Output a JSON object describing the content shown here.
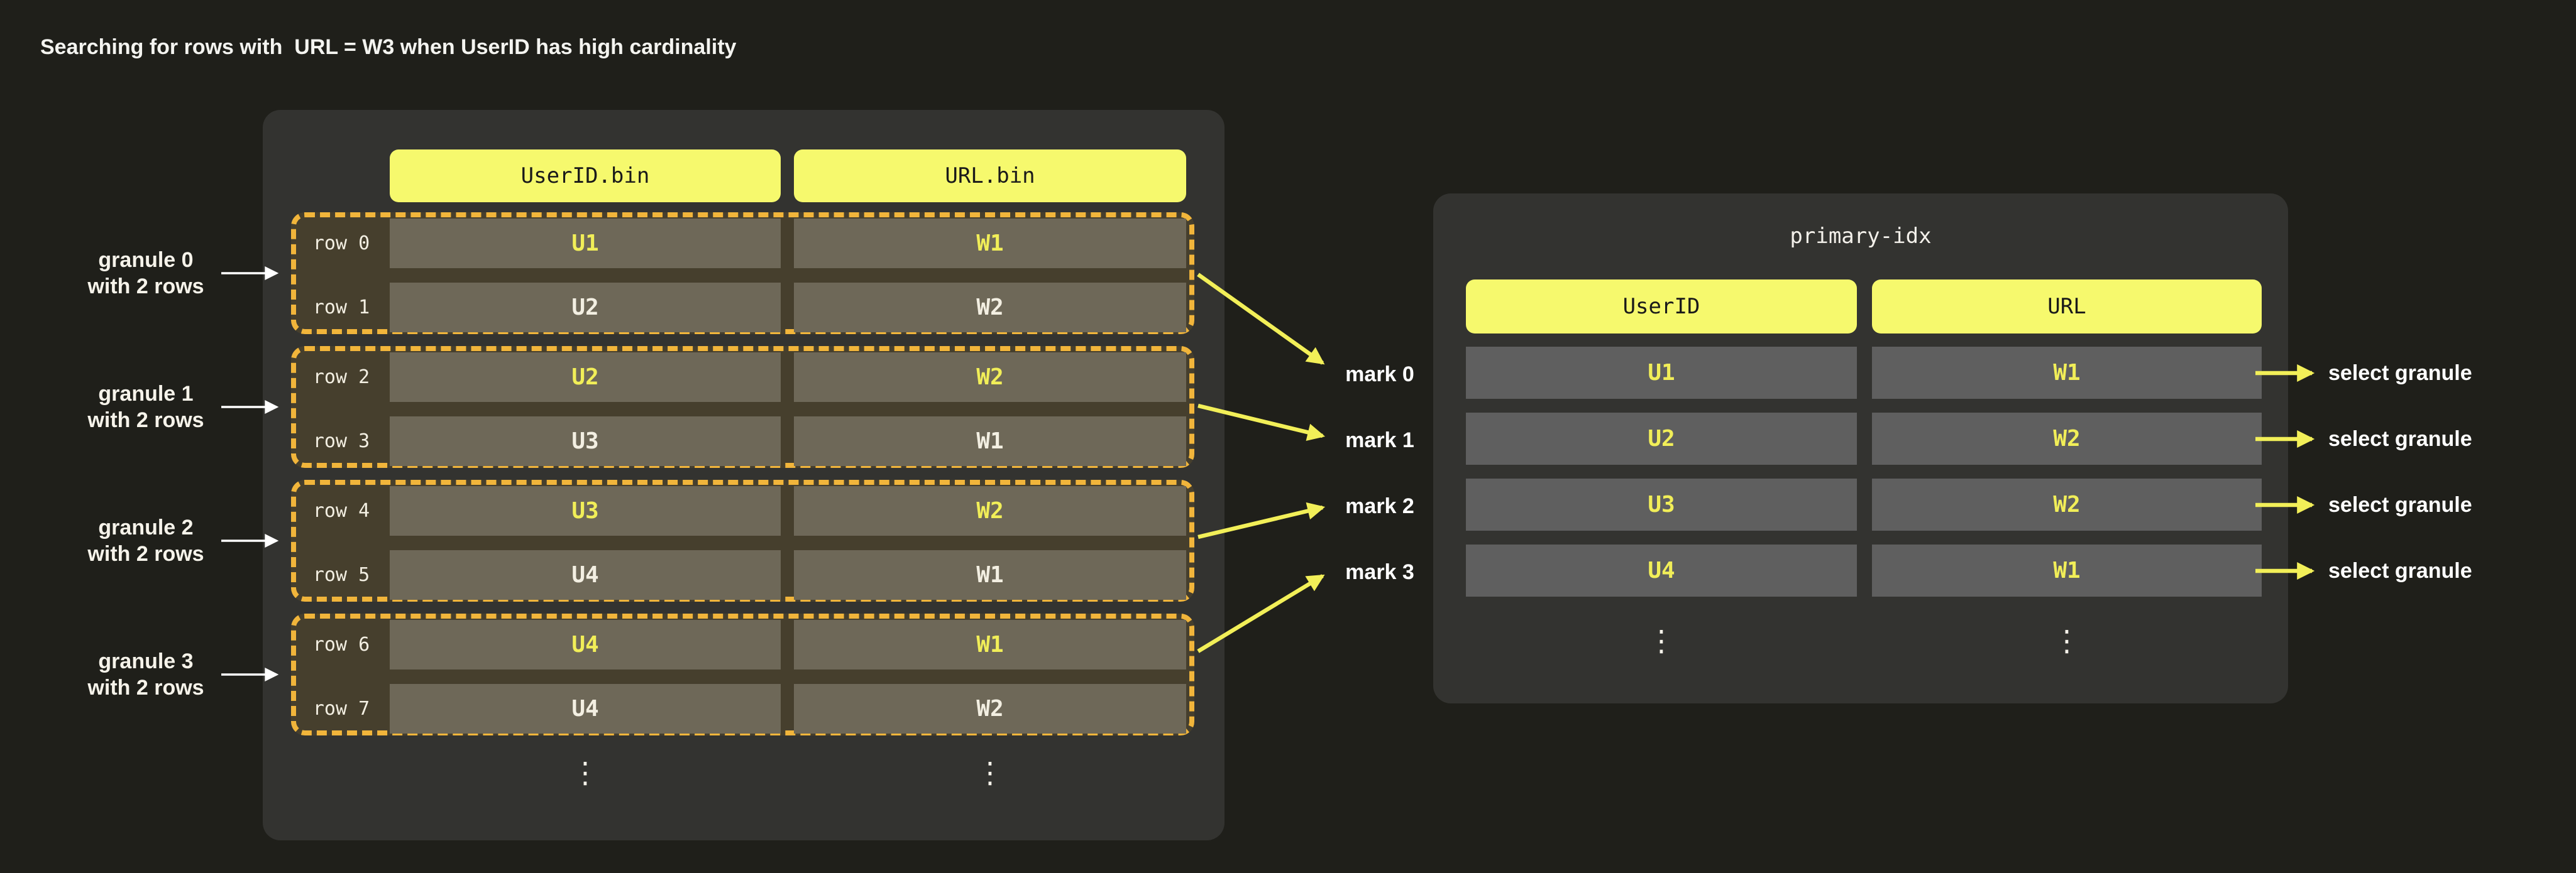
{
  "title": "Searching for rows with  URL = W3 when UserID has high cardinality",
  "colors": {
    "background": "#1f1f1a",
    "panel": "#333330",
    "header_yellow": "#f6f96d",
    "granule_dash": "#f1b53b",
    "granule_fill": "#463f2d",
    "granule_cell": "#6e6858",
    "index_cell": "#5f5f5f",
    "value_yellow": "#f1ee58",
    "value_white": "#f3efe2",
    "arrow_yellow": "#f2ef58",
    "arrow_white": "#ffffff"
  },
  "bin_table": {
    "headers": [
      "UserID.bin",
      "URL.bin"
    ],
    "granules": [
      {
        "name": "granule 0",
        "note": "with 2 rows",
        "rows": [
          {
            "label": "row 0",
            "userid": "U1",
            "url": "W1"
          },
          {
            "label": "row 1",
            "userid": "U2",
            "url": "W2"
          }
        ]
      },
      {
        "name": "granule 1",
        "note": "with 2 rows",
        "rows": [
          {
            "label": "row 2",
            "userid": "U2",
            "url": "W2"
          },
          {
            "label": "row 3",
            "userid": "U3",
            "url": "W1"
          }
        ]
      },
      {
        "name": "granule 2",
        "note": "with 2 rows",
        "rows": [
          {
            "label": "row 4",
            "userid": "U3",
            "url": "W2"
          },
          {
            "label": "row 5",
            "userid": "U4",
            "url": "W1"
          }
        ]
      },
      {
        "name": "granule 3",
        "note": "with 2 rows",
        "rows": [
          {
            "label": "row 6",
            "userid": "U4",
            "url": "W1"
          },
          {
            "label": "row 7",
            "userid": "U4",
            "url": "W2"
          }
        ]
      }
    ],
    "ellipsis": "⋮"
  },
  "marks": [
    "mark 0",
    "mark 1",
    "mark 2",
    "mark 3"
  ],
  "index_table": {
    "title": "primary-idx",
    "headers": [
      "UserID",
      "URL"
    ],
    "rows": [
      [
        "U1",
        "W1"
      ],
      [
        "U2",
        "W2"
      ],
      [
        "U3",
        "W2"
      ],
      [
        "U4",
        "W1"
      ]
    ],
    "ellipsis": "⋮"
  },
  "select_labels": [
    "select granule",
    "select granule",
    "select granule",
    "select granule"
  ]
}
